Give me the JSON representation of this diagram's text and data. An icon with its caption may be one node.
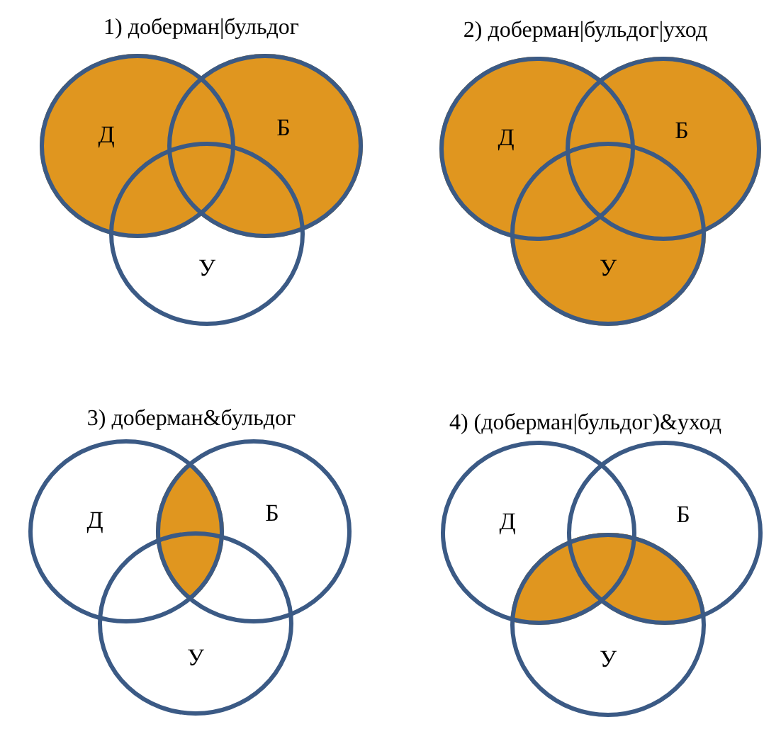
{
  "diagram": {
    "nodes": [
      {
        "text": [
          "Д"
        ]
      },
      {
        "text": [
          "Б"
        ]
      },
      {
        "text": [
          "У"
        ]
      },
      {
        "text": [
          "Д"
        ]
      },
      {
        "text": [
          "Б"
        ]
      },
      {
        "text": [
          "У"
        ]
      },
      {
        "text": [
          "Д"
        ]
      },
      {
        "text": [
          "Б"
        ]
      },
      {
        "text": [
          "У"
        ]
      },
      {
        "text": [
          "Д"
        ]
      },
      {
        "text": [
          "Б"
        ]
      },
      {
        "text": [
          "У"
        ]
      }
    ],
    "edges": [],
    "labels": [
      "1) доберман|бульдог",
      "2) доберман|бульдог|уход",
      "3) доберман&бульдог",
      "4) (доберман|бульдог)&уход"
    ]
  }
}
